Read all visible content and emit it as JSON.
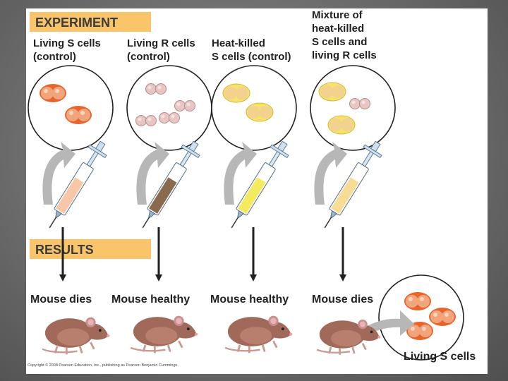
{
  "experiment": {
    "heading": "EXPERIMENT",
    "columns": [
      {
        "label": "Living S cells\n(control)",
        "syringe_fill": "#f7c7a7",
        "cells": "S"
      },
      {
        "label": "Living R cells\n(control)",
        "syringe_fill": "#8a6a4d",
        "cells": "R"
      },
      {
        "label": "Heat-killed\nS cells (control)",
        "syringe_fill": "#f3ea5e",
        "cells": "heat-killed S"
      },
      {
        "label": "Mixture of\nheat-killed\nS cells and\nliving R cells",
        "syringe_fill": "#f6dc95",
        "cells": "mixture"
      }
    ]
  },
  "results": {
    "heading": "RESULTS",
    "outcomes": [
      "Mouse dies",
      "Mouse healthy",
      "Mouse healthy",
      "Mouse dies"
    ],
    "recovered": "Living S cells"
  },
  "copyright": "Copyright © 2008 Pearson Education, Inc., publishing as Pearson Benjamin Cummings.",
  "colors": {
    "banner": "#f9c46a",
    "s_cell": "#f2a57b",
    "s_capsule": "#e9642d",
    "r_cell": "#e7c6c4",
    "heat_killed": "#f2e16b",
    "arrow_gray": "#b7b7b7",
    "mouse": "#a0695a"
  }
}
